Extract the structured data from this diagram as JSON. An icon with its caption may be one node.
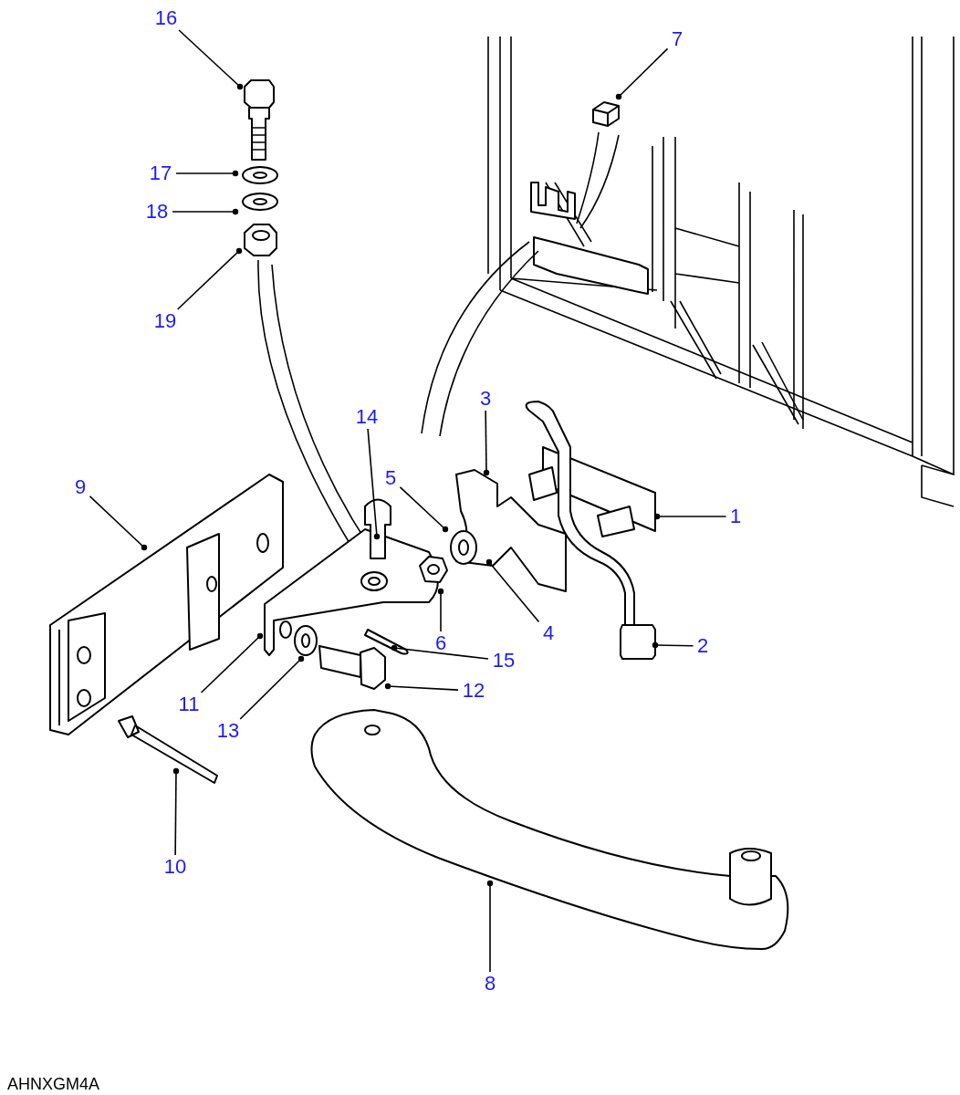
{
  "diagram": {
    "nodes": [
      {
        "text": [
          "1"
        ]
      },
      {
        "text": [
          "2"
        ]
      },
      {
        "text": [
          "3"
        ]
      },
      {
        "text": [
          "4"
        ]
      },
      {
        "text": [
          "5"
        ]
      },
      {
        "text": [
          "6"
        ]
      },
      {
        "text": [
          "7"
        ]
      },
      {
        "text": [
          "8"
        ]
      },
      {
        "text": [
          "9"
        ]
      },
      {
        "text": [
          "10"
        ]
      },
      {
        "text": [
          "11"
        ]
      },
      {
        "text": [
          "12"
        ]
      },
      {
        "text": [
          "13"
        ]
      },
      {
        "text": [
          "14"
        ]
      },
      {
        "text": [
          "15"
        ]
      },
      {
        "text": [
          "16"
        ]
      },
      {
        "text": [
          "17"
        ]
      },
      {
        "text": [
          "18"
        ]
      },
      {
        "text": [
          "19"
        ]
      }
    ],
    "edges": [
      {
        "from": 0,
        "to": null,
        "arrow": "other"
      },
      {
        "from": 1,
        "to": null,
        "arrow": "other"
      },
      {
        "from": 2,
        "to": null,
        "arrow": "other"
      },
      {
        "from": 3,
        "to": null,
        "arrow": "other"
      },
      {
        "from": 4,
        "to": null,
        "arrow": "other"
      },
      {
        "from": 5,
        "to": null,
        "arrow": "other"
      },
      {
        "from": 6,
        "to": null,
        "arrow": "other"
      },
      {
        "from": 7,
        "to": null,
        "arrow": "other"
      },
      {
        "from": 8,
        "to": null,
        "arrow": "other"
      },
      {
        "from": 9,
        "to": null,
        "arrow": "other"
      },
      {
        "from": 10,
        "to": null,
        "arrow": "other"
      },
      {
        "from": 11,
        "to": null,
        "arrow": "other"
      },
      {
        "from": 12,
        "to": null,
        "arrow": "other"
      },
      {
        "from": 13,
        "to": null,
        "arrow": "other"
      },
      {
        "from": 14,
        "to": null,
        "arrow": "other"
      },
      {
        "from": 15,
        "to": null,
        "arrow": "other"
      },
      {
        "from": 16,
        "to": null,
        "arrow": "other"
      },
      {
        "from": 17,
        "to": null,
        "arrow": "other"
      },
      {
        "from": 18,
        "to": null,
        "arrow": "other"
      }
    ],
    "labels": [
      "AHNXGM4A"
    ]
  }
}
